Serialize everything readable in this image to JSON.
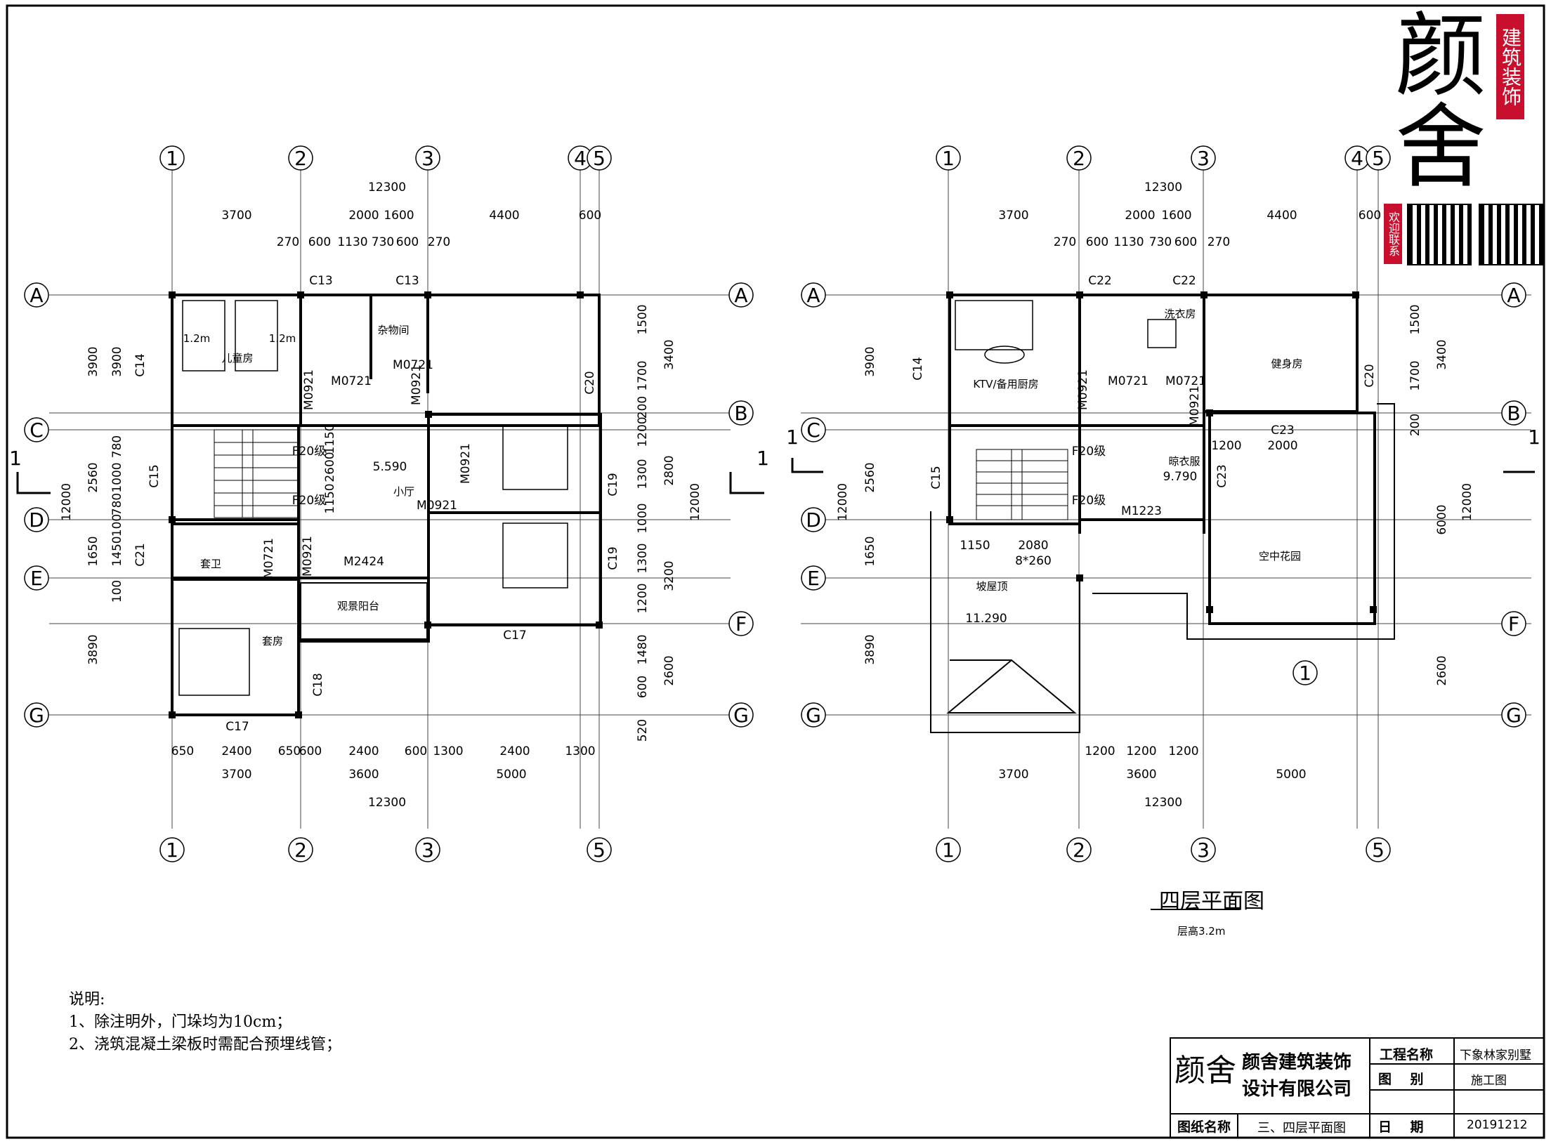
{
  "header_top": "",
  "logo": {
    "brand_big": "颜舍",
    "side_text": "建筑装饰",
    "banner": "欢迎联系"
  },
  "plan_left": {
    "top_total": "12300",
    "top_dims": [
      "3700",
      "2000",
      "1600",
      "4400",
      "600"
    ],
    "top_sub": [
      "270",
      "600",
      "1130",
      "730",
      "600",
      "270"
    ],
    "bottom_dims": [
      "650",
      "2400",
      "650",
      "600",
      "2400",
      "600",
      "1300",
      "2400",
      "1300"
    ],
    "bottom_mid": [
      "3700",
      "3600",
      "5000"
    ],
    "bottom_total": "12300",
    "left_dims": [
      "3900",
      "3900",
      "2560",
      "1000",
      "780",
      "780",
      "100",
      "1650",
      "1450",
      "100",
      "3890",
      "12000"
    ],
    "right_dims": [
      "1500",
      "1700",
      "200",
      "1200",
      "1300",
      "1000",
      "1300",
      "1200",
      "1480",
      "600",
      "520",
      "3400",
      "2800",
      "3200",
      "2600",
      "12000"
    ],
    "rooms": [
      "儿童房",
      "杂物间",
      "小厅",
      "套卫",
      "观景阳台",
      "套房"
    ],
    "beds": [
      "1.2m",
      "1.2m"
    ],
    "labels": [
      "C13",
      "C13",
      "C14",
      "C15",
      "C19",
      "C19",
      "C20",
      "C21",
      "C17",
      "C17",
      "C18",
      "M0921",
      "M0721",
      "M0721",
      "M0921",
      "M0921",
      "M0921",
      "M0921",
      "M0721",
      "M2424",
      "1150",
      "2600",
      "1150",
      "5.590",
      "F20级",
      "F20级"
    ],
    "section_mark": "1"
  },
  "plan_right": {
    "top_total": "12300",
    "top_dims": [
      "3700",
      "2000",
      "1600",
      "4400",
      "600"
    ],
    "top_sub": [
      "270",
      "600",
      "1130",
      "730",
      "600",
      "270"
    ],
    "bottom_sub": [
      "1200",
      "1200",
      "1200"
    ],
    "bottom_mid": [
      "3700",
      "3600",
      "5000"
    ],
    "bottom_total": "12300",
    "left_dims": [
      "3900",
      "2560",
      "12000",
      "1650",
      "3890"
    ],
    "right_dims": [
      "1500",
      "1700",
      "3400",
      "200",
      "6000",
      "12000",
      "2600"
    ],
    "rooms": [
      "KTV/备用厨房",
      "洗衣房",
      "健身房",
      "晾衣服",
      "空中花园",
      "坡屋顶"
    ],
    "labels": [
      "C22",
      "C22",
      "C14",
      "C15",
      "C20",
      "C23",
      "C23",
      "1200",
      "2000",
      "M0921",
      "M0721",
      "M0721",
      "M0921",
      "M1223",
      "1150",
      "2080",
      "8*260",
      "9.790",
      "11.290",
      "F20级",
      "F20级"
    ],
    "title": "四层平面图",
    "subtitle": "层高3.2m",
    "section_mark": "1"
  },
  "axes_x": [
    "1",
    "2",
    "3",
    "4",
    "5"
  ],
  "axes_y": [
    "A",
    "B",
    "C",
    "D",
    "E",
    "F",
    "G"
  ],
  "notes": {
    "title": "说明:",
    "items": [
      "1、除注明外，门垛均为10cm；",
      "2、浇筑混凝土梁板时需配合预埋线管；"
    ]
  },
  "title_block": {
    "company_line1": "颜舍建筑装饰",
    "company_line2": "设计有限公司",
    "project_label": "工程名称",
    "project_value": "下象林家别墅",
    "drawing_type_label": "图    别",
    "drawing_type_value": "施工图",
    "drawing_name_label": "图纸名称",
    "drawing_name_value": "三、四层平面图",
    "date_label": "日    期",
    "date_value": "20191212"
  }
}
